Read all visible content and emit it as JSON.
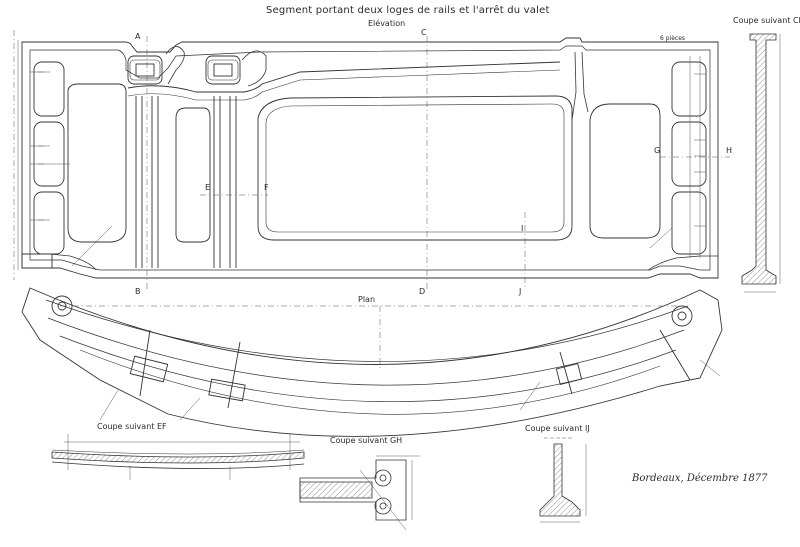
{
  "sheet": {
    "title": "Segment portant deux loges de rails et l'arrêt du valet",
    "subtitle": "Elévation",
    "plan_label": "Plan",
    "signature": "Bordeaux, Décembre 1877",
    "note_pieces": "6 pièces"
  },
  "section_markers": {
    "A": "A",
    "B": "B",
    "C": "C",
    "D": "D",
    "E": "E",
    "F": "F",
    "G": "G",
    "H": "H",
    "I": "I",
    "J": "J"
  },
  "section_titles": {
    "cd": "Coupe suivant CD",
    "ef": "Coupe suivant EF",
    "gh": "Coupe suivant GH",
    "ij": "Coupe suivant IJ"
  },
  "colors": {
    "ink": "#333333",
    "hatch": "#666666",
    "paper": "#ffffff"
  }
}
